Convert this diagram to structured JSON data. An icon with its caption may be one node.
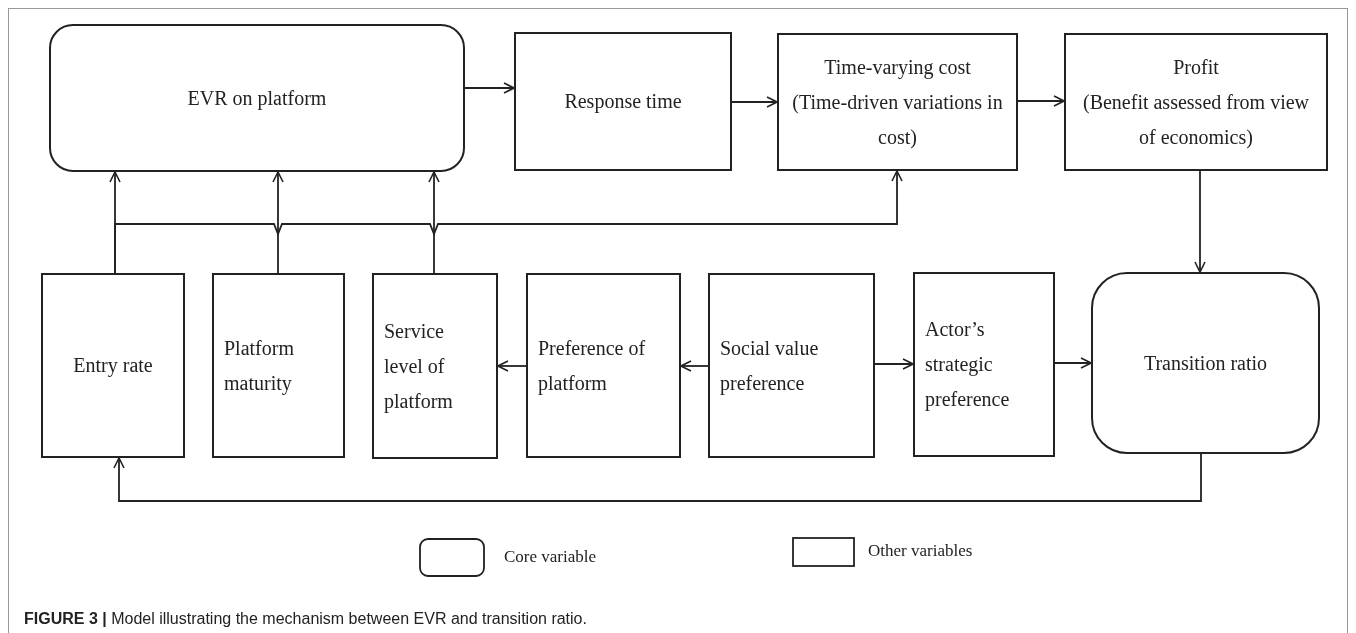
{
  "diagram": {
    "caption": "**FIGURE 3 |** Model illustrating the mechanism between EVR and transition ratio.",
    "nodes": [
      {
        "text": [
          "EVR on platform"
        ]
      },
      {
        "text": [
          "Response time"
        ]
      },
      {
        "text": [
          "Time-varying cost",
          "(Time-driven variations in cost)"
        ]
      },
      {
        "text": [
          "Profit",
          "(Benefit assessed from view of economics)"
        ]
      },
      {
        "text": [
          "Entry rate"
        ]
      },
      {
        "text": [
          "Platform maturity"
        ]
      },
      {
        "text": [
          "Service level of platform"
        ]
      },
      {
        "text": [
          "Preference of platform"
        ]
      },
      {
        "text": [
          "Social value preference"
        ]
      },
      {
        "text": [
          "Actor’s strategic preference"
        ]
      },
      {
        "text": [
          "Transition ratio"
        ]
      }
    ],
    "edges": [
      {
        "from": 0,
        "to": 1,
        "arrow": "to"
      },
      {
        "from": 1,
        "to": 2,
        "arrow": "to"
      },
      {
        "from": 2,
        "to": 3,
        "arrow": "to"
      },
      {
        "from": 3,
        "to": 10,
        "arrow": "to"
      },
      {
        "from": 4,
        "to": 0,
        "arrow": "to"
      },
      {
        "from": 4,
        "to": 2,
        "arrow": "to"
      },
      {
        "from": 5,
        "to": 0,
        "arrow": "to"
      },
      {
        "from": 6,
        "to": 0,
        "arrow": "to"
      },
      {
        "from": 7,
        "to": 6,
        "arrow": "to"
      },
      {
        "from": 8,
        "to": 7,
        "arrow": "to"
      },
      {
        "from": 8,
        "to": 9,
        "arrow": "to"
      },
      {
        "from": 9,
        "to": 10,
        "arrow": "to"
      },
      {
        "from": 10,
        "to": 4,
        "arrow": "to"
      }
    ],
    "legend": [
      {
        "text": "Core variable"
      },
      {
        "text": "Other variables"
      }
    ]
  }
}
